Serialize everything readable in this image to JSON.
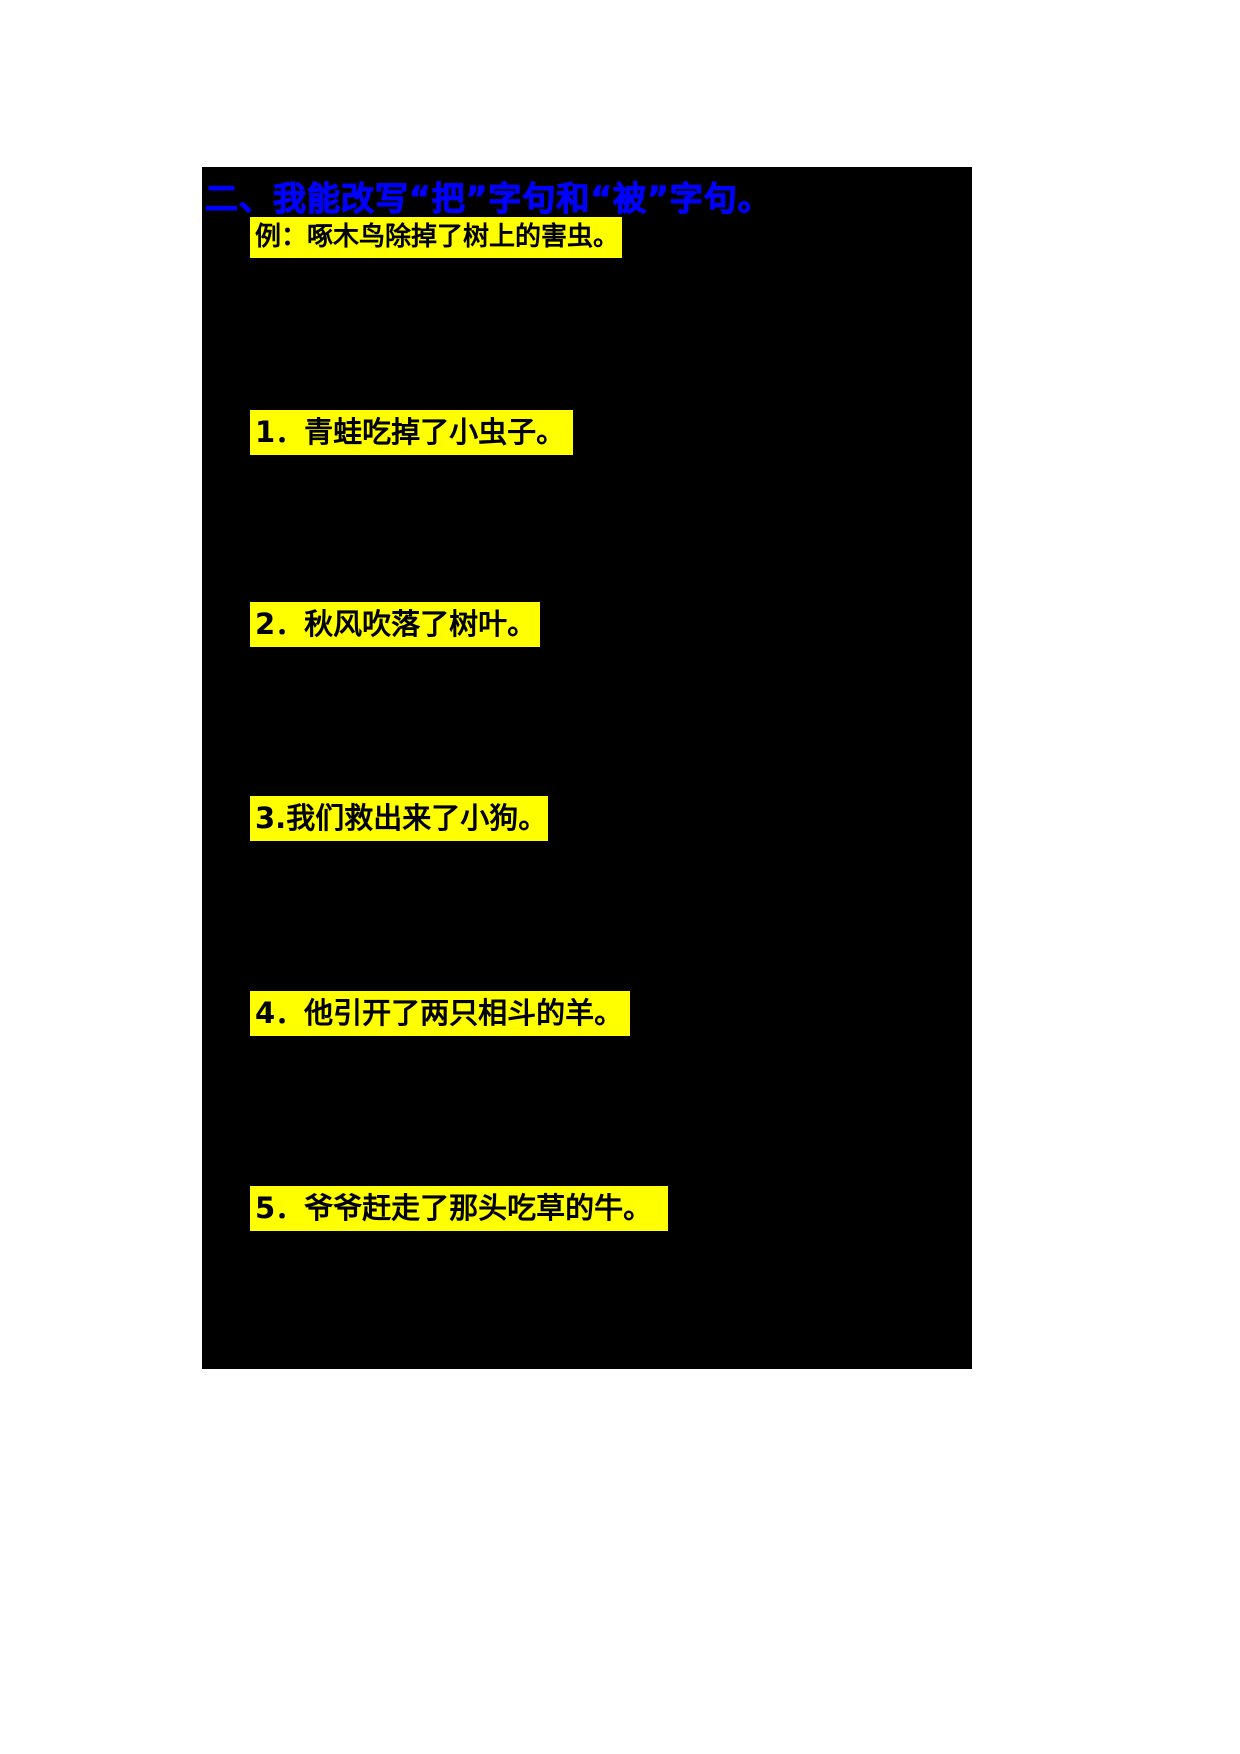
{
  "colors": {
    "page_background": "#ffffff",
    "panel_background": "#000000",
    "title_text": "#0000ff",
    "highlight_background": "#ffff00",
    "sentence_text": "#000000"
  },
  "section": {
    "title": "二、我能改写“把”字句和“被”字句。",
    "example": "例：啄木鸟除掉了树上的害虫。",
    "items": [
      "1．青蛙吃掉了小虫子。",
      "2．秋风吹落了树叶。",
      "3.我们救出来了小狗。",
      "4．他引开了两只相斗的羊。",
      "5．爷爷赶走了那头吃草的牛。"
    ]
  }
}
